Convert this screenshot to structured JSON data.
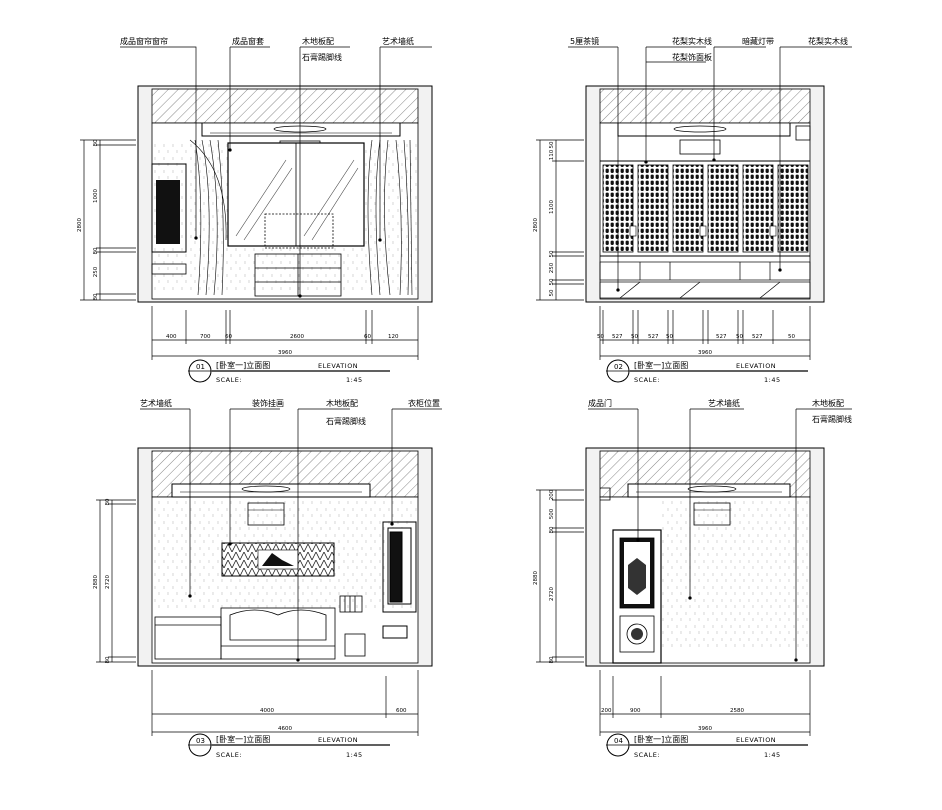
{
  "drawings": [
    {
      "id": "e1",
      "number": "01",
      "title": "[卧室一]立面图",
      "elevation_word": "ELEVATION",
      "scale_label": "SCALE:",
      "scale_value": "1:45",
      "callouts": [
        "成品窗帘窗帘",
        "成品窗套",
        "木地板配",
        "艺术墙纸"
      ],
      "callout_extra": "石膏踢脚线",
      "vertical_dims": [
        "80",
        "1000",
        "80",
        "250",
        "80"
      ],
      "overall_height": "2800",
      "bottom_dims": [
        "400",
        "700",
        "60",
        "2600",
        "60",
        "120"
      ],
      "overall_width": "3960"
    },
    {
      "id": "e2",
      "number": "02",
      "title": "[卧室一]立面图",
      "elevation_word": "ELEVATION",
      "scale_label": "SCALE:",
      "scale_value": "1:45",
      "callouts": [
        "5厘茶镜",
        "花梨实木线",
        "暗藏灯带",
        "花梨实木线"
      ],
      "callout_extra": "花梨饰面板",
      "vertical_dims": [
        "50",
        "110",
        "1100",
        "50",
        "250",
        "50",
        "50"
      ],
      "overall_height": "2800",
      "bottom_dims": [
        "50",
        "527",
        "50",
        "527",
        "50",
        "527",
        "50",
        "527",
        "50"
      ],
      "overall_width": "3960"
    },
    {
      "id": "e3",
      "number": "03",
      "title": "[卧室一]立面图",
      "elevation_word": "ELEVATION",
      "scale_label": "SCALE:",
      "scale_value": "1:45",
      "callouts": [
        "艺术墙纸",
        "装饰挂画",
        "木地板配",
        "衣柜位置"
      ],
      "callout_extra": "石膏踢脚线",
      "vertical_dims": [
        "80",
        "2720",
        "80"
      ],
      "overall_height": "2880",
      "bottom_dims": [
        "4000",
        "600"
      ],
      "overall_width": "4600"
    },
    {
      "id": "e4",
      "number": "04",
      "title": "[卧室一]立面图",
      "elevation_word": "ELEVATION",
      "scale_label": "SCALE:",
      "scale_value": "1:45",
      "callouts": [
        "成品门",
        "艺术墙纸",
        "木地板配"
      ],
      "callout_extra": "石膏踢脚线",
      "vertical_dims": [
        "200",
        "500",
        "80",
        "2720",
        "80"
      ],
      "overall_height": "2880",
      "bottom_dims": [
        "200",
        "900",
        "2580"
      ],
      "overall_width": "3960"
    }
  ]
}
